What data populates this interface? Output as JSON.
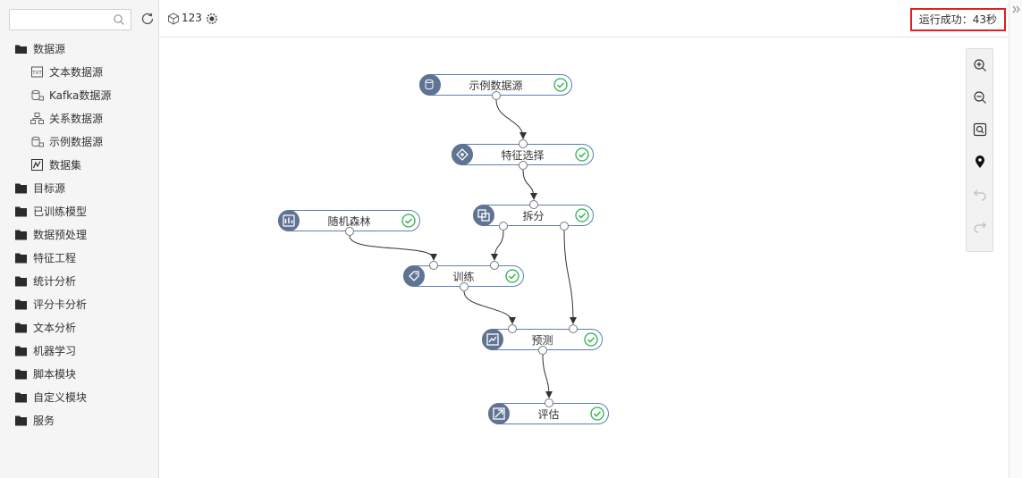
{
  "sidebar": {
    "search": {
      "value": "",
      "placeholder": ""
    },
    "tree": [
      {
        "label": "数据源",
        "level": 0,
        "icon": "folder-open-icon"
      },
      {
        "label": "文本数据源",
        "level": 1,
        "icon": "text-file-icon"
      },
      {
        "label": "Kafka数据源",
        "level": 1,
        "icon": "database-icon"
      },
      {
        "label": "关系数据源",
        "level": 1,
        "icon": "relation-icon"
      },
      {
        "label": "示例数据源",
        "level": 1,
        "icon": "database-icon"
      },
      {
        "label": "数据集",
        "level": 1,
        "icon": "dataset-icon"
      },
      {
        "label": "目标源",
        "level": 0,
        "icon": "folder-icon"
      },
      {
        "label": "已训练模型",
        "level": 0,
        "icon": "folder-icon"
      },
      {
        "label": "数据预处理",
        "level": 0,
        "icon": "folder-icon"
      },
      {
        "label": "特征工程",
        "level": 0,
        "icon": "folder-icon"
      },
      {
        "label": "统计分析",
        "level": 0,
        "icon": "folder-icon"
      },
      {
        "label": "评分卡分析",
        "level": 0,
        "icon": "folder-icon"
      },
      {
        "label": "文本分析",
        "level": 0,
        "icon": "folder-icon"
      },
      {
        "label": "机器学习",
        "level": 0,
        "icon": "folder-icon"
      },
      {
        "label": "脚本模块",
        "level": 0,
        "icon": "folder-icon"
      },
      {
        "label": "自定义模块",
        "level": 0,
        "icon": "folder-icon"
      },
      {
        "label": "服务",
        "level": 0,
        "icon": "folder-icon"
      }
    ]
  },
  "header": {
    "flow_name": "123",
    "status": "运行成功：43秒"
  },
  "canvas": {
    "nodes": [
      {
        "id": "n1",
        "label": "示例数据源",
        "icon": "database-icon"
      },
      {
        "id": "n2",
        "label": "特征选择",
        "icon": "feature-select-icon"
      },
      {
        "id": "n3",
        "label": "拆分",
        "icon": "split-icon"
      },
      {
        "id": "n4",
        "label": "随机森林",
        "icon": "model-icon"
      },
      {
        "id": "n5",
        "label": "训练",
        "icon": "train-icon"
      },
      {
        "id": "n6",
        "label": "预测",
        "icon": "predict-icon"
      },
      {
        "id": "n7",
        "label": "评估",
        "icon": "evaluate-icon"
      }
    ],
    "node_status": "success",
    "edges": [
      [
        "n1",
        "n2"
      ],
      [
        "n2",
        "n3"
      ],
      [
        "n3",
        "n5"
      ],
      [
        "n4",
        "n5"
      ],
      [
        "n5",
        "n6"
      ],
      [
        "n3",
        "n6"
      ],
      [
        "n6",
        "n7"
      ]
    ]
  },
  "toolbar": {
    "tools": [
      "zoom-in-icon",
      "zoom-out-icon",
      "fit-view-icon",
      "locate-icon",
      "undo-icon",
      "redo-icon"
    ]
  },
  "colors": {
    "accent": "#5b7fb5",
    "node_icon_bg": "#5f7393",
    "success": "#2bb24c",
    "status_border": "#e02020"
  }
}
